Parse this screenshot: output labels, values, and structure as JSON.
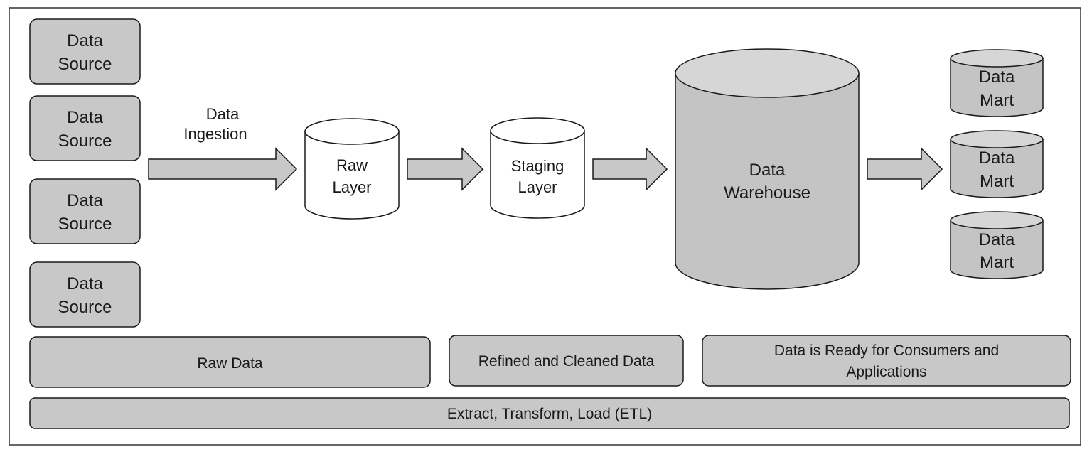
{
  "data_sources": [
    {
      "line1": "Data",
      "line2": "Source"
    },
    {
      "line1": "Data",
      "line2": "Source"
    },
    {
      "line1": "Data",
      "line2": "Source"
    },
    {
      "line1": "Data",
      "line2": "Source"
    }
  ],
  "ingestion": {
    "line1": "Data",
    "line2": "Ingestion"
  },
  "raw_layer": {
    "line1": "Raw",
    "line2": "Layer"
  },
  "staging_layer": {
    "line1": "Staging",
    "line2": "Layer"
  },
  "warehouse": {
    "line1": "Data",
    "line2": "Warehouse"
  },
  "data_marts": [
    {
      "line1": "Data",
      "line2": "Mart"
    },
    {
      "line1": "Data",
      "line2": "Mart"
    },
    {
      "line1": "Data",
      "line2": "Mart"
    }
  ],
  "bands": {
    "raw": "Raw Data",
    "refined": "Refined and Cleaned Data",
    "ready_line1": "Data is Ready for Consumers and",
    "ready_line2": "Applications",
    "etl": "Extract, Transform, Load (ETL)"
  },
  "colors": {
    "box_fill": "#c8c8c8",
    "cylinder_light": "#ffffff",
    "cylinder_dark": "#c4c4c4",
    "cylinder_top_dark": "#d6d6d6",
    "arrow_fill": "#c8c8c8",
    "stroke": "#1a1a1a",
    "frame": "#333333"
  }
}
